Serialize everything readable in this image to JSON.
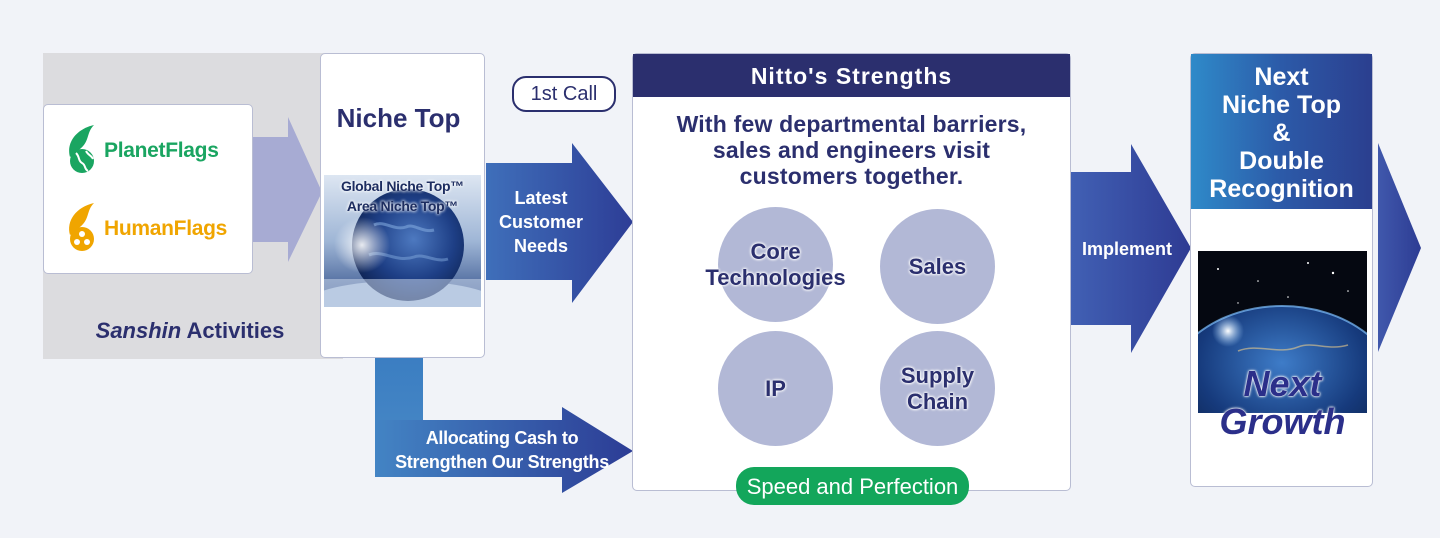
{
  "sanshin": {
    "planet_flags": "PlanetFlags",
    "human_flags": "HumanFlags",
    "label_italic": "Sanshin",
    "label_rest": " Activities"
  },
  "niche_top": {
    "title": "Niche Top",
    "image_line1": "Global Niche Top™",
    "image_line2": "Area Niche Top™"
  },
  "first_call": "1st Call",
  "arrows": {
    "needs_line1": "Latest",
    "needs_line2": "Customer",
    "needs_line3": "Needs",
    "implement": "Implement",
    "alloc_line1": "Allocating Cash to",
    "alloc_line2": "Strengthen Our Strengths"
  },
  "strengths": {
    "title": "Nitto's Strengths",
    "desc_line1": "With few departmental barriers,",
    "desc_line2": "sales and engineers visit",
    "desc_line3": "customers together.",
    "circles": {
      "core_line1": "Core",
      "core_line2": "Technologies",
      "sales": "Sales",
      "ip": "IP",
      "supply_line1": "Supply",
      "supply_line2": "Chain"
    },
    "speed": "Speed and Perfection"
  },
  "next": {
    "line1": "Next",
    "line2": "Niche Top",
    "line3": "&",
    "line4": "Double",
    "line5": "Recognition",
    "growth_line1": "Next",
    "growth_line2": "Growth"
  },
  "colors": {
    "navy": "#2b2f6e",
    "arrow_blue": "#3a4aa3",
    "green": "#13a65b",
    "planet_green": "#1aa561",
    "human_orange": "#f0a500",
    "circle": "#b2b8d6"
  }
}
